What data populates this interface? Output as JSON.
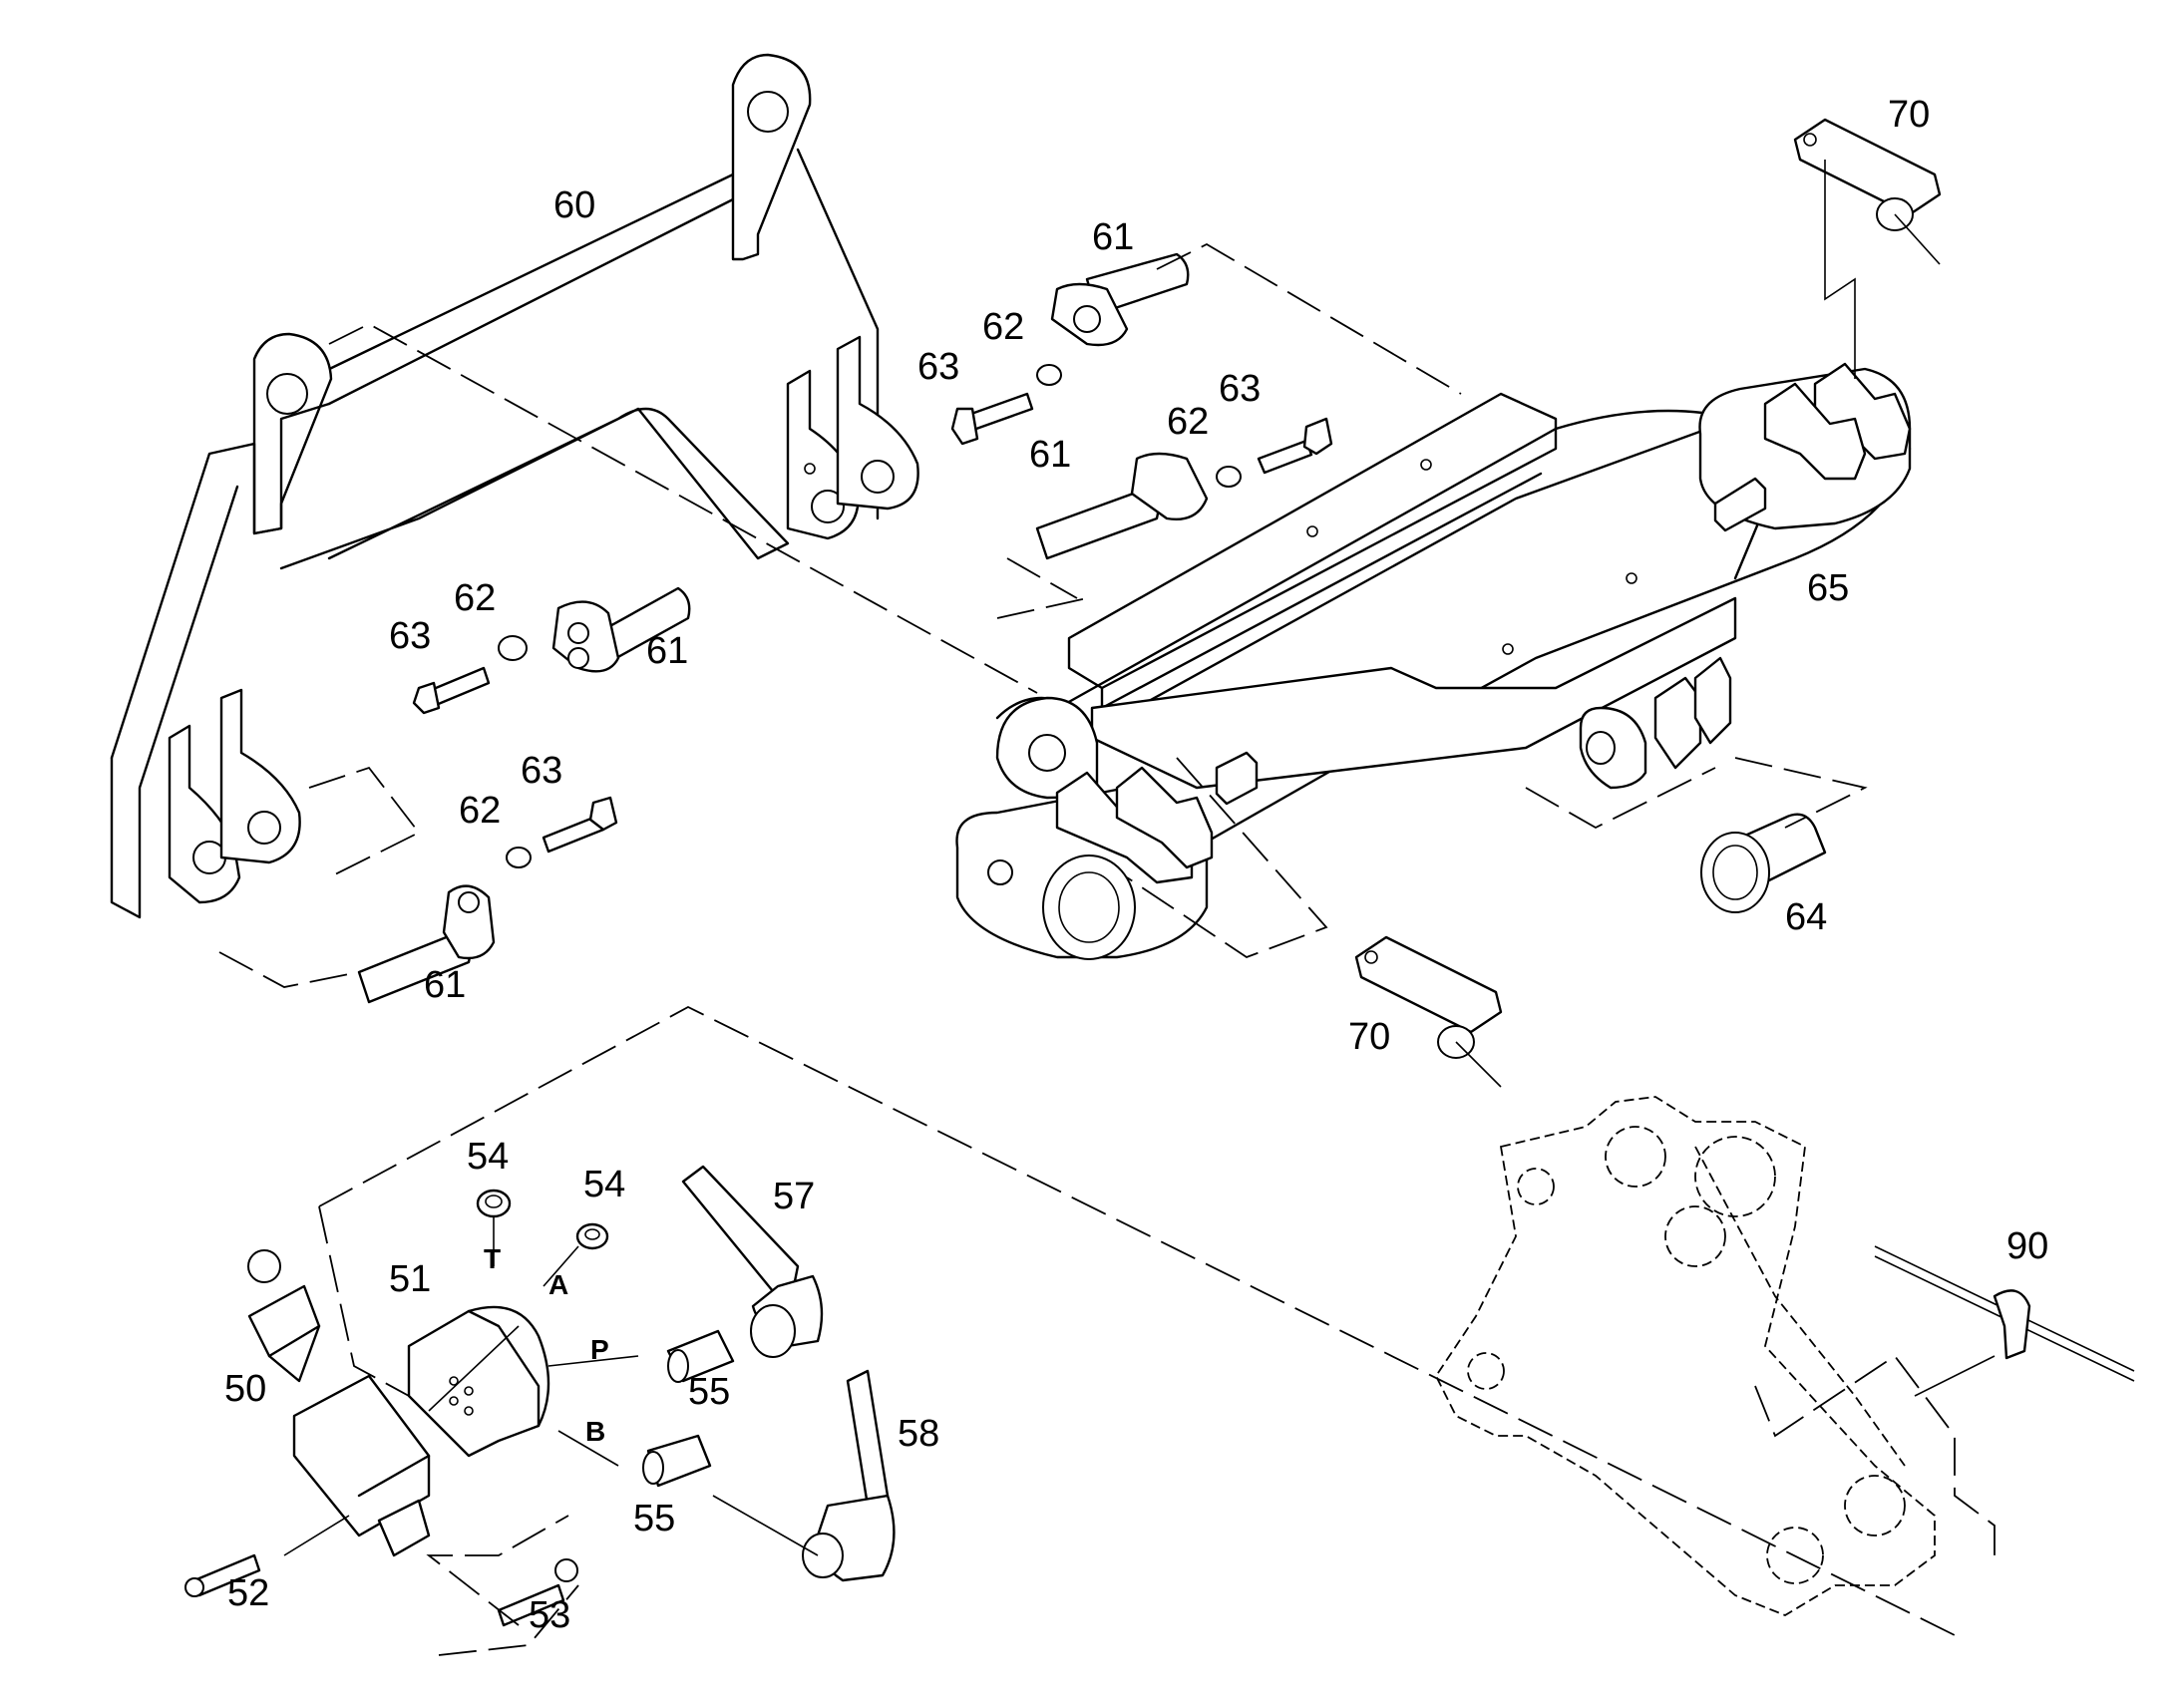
{
  "diagram": {
    "callouts": [
      {
        "id": "c60",
        "text": "60"
      },
      {
        "id": "c61a",
        "text": "61"
      },
      {
        "id": "c61b",
        "text": "61"
      },
      {
        "id": "c61c",
        "text": "61"
      },
      {
        "id": "c61d",
        "text": "61"
      },
      {
        "id": "c62a",
        "text": "62"
      },
      {
        "id": "c62b",
        "text": "62"
      },
      {
        "id": "c62c",
        "text": "62"
      },
      {
        "id": "c62d",
        "text": "62"
      },
      {
        "id": "c63a",
        "text": "63"
      },
      {
        "id": "c63b",
        "text": "63"
      },
      {
        "id": "c63c",
        "text": "63"
      },
      {
        "id": "c63d",
        "text": "63"
      },
      {
        "id": "c64",
        "text": "64"
      },
      {
        "id": "c65",
        "text": "65"
      },
      {
        "id": "c70a",
        "text": "70"
      },
      {
        "id": "c70b",
        "text": "70"
      },
      {
        "id": "c50",
        "text": "50"
      },
      {
        "id": "c51",
        "text": "51"
      },
      {
        "id": "c52",
        "text": "52"
      },
      {
        "id": "c53",
        "text": "53"
      },
      {
        "id": "c54a",
        "text": "54"
      },
      {
        "id": "c54b",
        "text": "54"
      },
      {
        "id": "c55a",
        "text": "55"
      },
      {
        "id": "c55b",
        "text": "55"
      },
      {
        "id": "c57",
        "text": "57"
      },
      {
        "id": "c58",
        "text": "58"
      },
      {
        "id": "c90",
        "text": "90"
      }
    ],
    "ports": [
      {
        "id": "pT",
        "text": "T"
      },
      {
        "id": "pA",
        "text": "A"
      },
      {
        "id": "pP",
        "text": "P"
      },
      {
        "id": "pB",
        "text": "B"
      }
    ]
  }
}
